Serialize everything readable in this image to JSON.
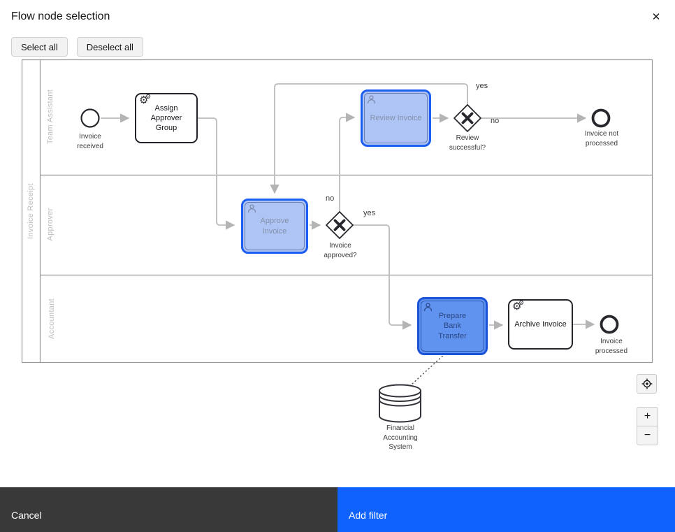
{
  "colors": {
    "accent_blue": "#0f62fe",
    "cancel_dark": "#393939",
    "selected_fill": "#aec4f4",
    "selected_border": "#1c5df2",
    "selected_strong_fill": "#6093f0",
    "flow_line": "#bcbcbc",
    "shape_stroke": "#27272e",
    "lane_label": "#bdbdbd"
  },
  "dialog": {
    "title": "Flow node selection",
    "close_icon": "✕",
    "select_all": "Select all",
    "deselect_all": "Deselect all",
    "cancel": "Cancel",
    "add_filter": "Add filter"
  },
  "canvas": {
    "pool_label": "Invoice Receipt",
    "lane_labels": [
      "Team Assistant",
      "Approver",
      "Accountant"
    ],
    "nodes": {
      "start_event": "Invoice received",
      "assign_task": "Assign Approver Group",
      "review_task": "Review Invoice",
      "review_gateway": "Review successful?",
      "not_processed_event": "Invoice not processed",
      "approve_task": "Approve Invoice",
      "approved_gateway": "Invoice approved?",
      "prepare_task": "Prepare Bank Transfer",
      "archive_task": "Archive Invoice",
      "processed_event": "Invoice processed",
      "datastore": "Financial Accounting System"
    },
    "edge_labels": {
      "review_yes": "yes",
      "review_no": "no",
      "approved_no": "no",
      "approved_yes": "yes"
    },
    "icons": {
      "service_gear": "⚙"
    }
  },
  "controls": {
    "zoom_in": "+",
    "zoom_out": "−"
  }
}
